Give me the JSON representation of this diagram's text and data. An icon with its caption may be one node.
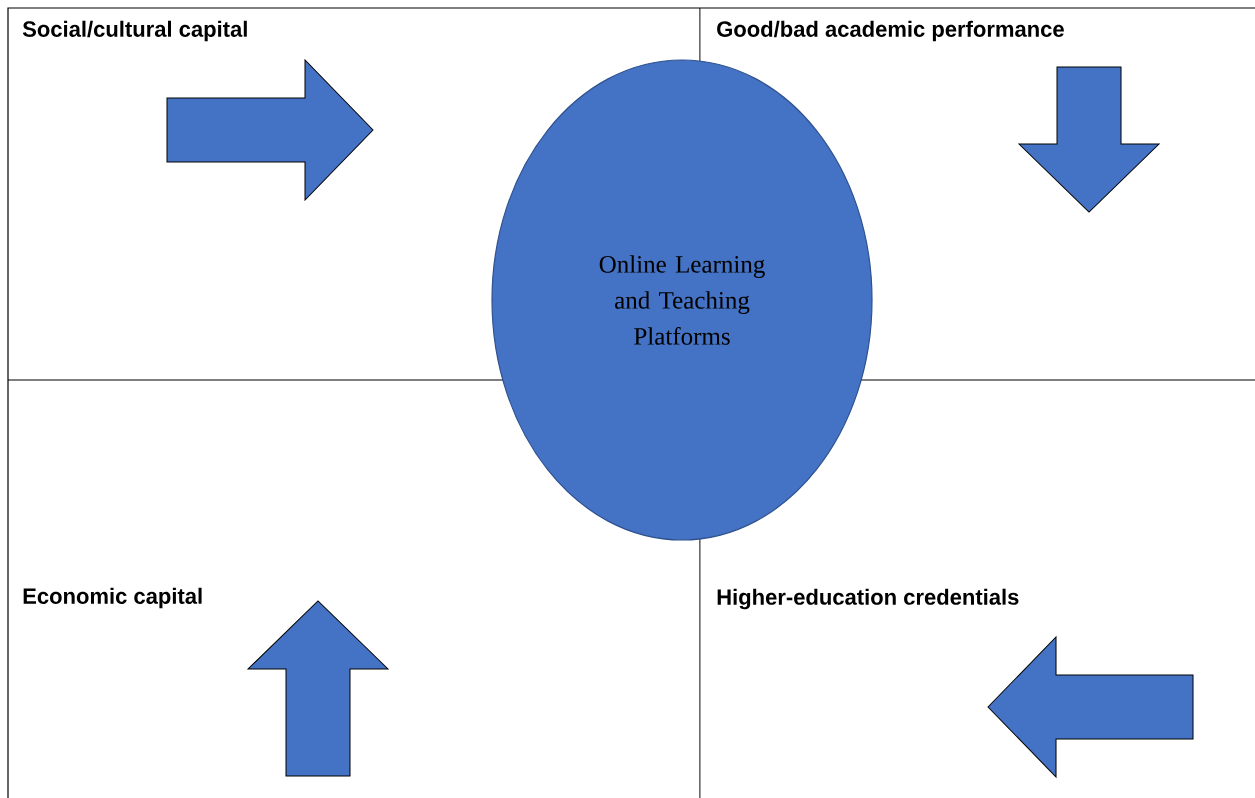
{
  "diagram": {
    "nodes": [
      {
        "text": [
          "Social/cultural capital"
        ]
      },
      {
        "text": [
          "Good/bad academic performance"
        ]
      },
      {
        "text": [
          "Economic capital"
        ]
      },
      {
        "text": [
          "Higher-education credentials"
        ]
      },
      {
        "text": [
          "Online Learning and Teaching Platforms"
        ]
      }
    ]
  }
}
